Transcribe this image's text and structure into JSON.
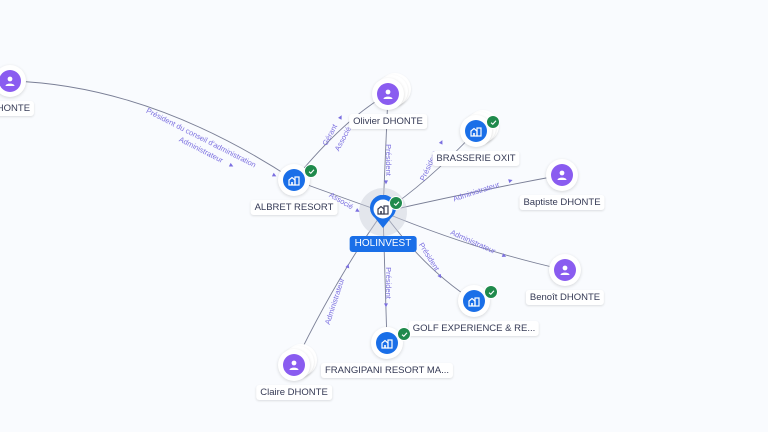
{
  "colors": {
    "person": "#8a5cf0",
    "company": "#1a6fe8",
    "verified": "#1f8a4c",
    "edge": "#7a7f96",
    "edge_label": "#7b6fe0",
    "background": "#f9fbfe"
  },
  "hub": {
    "label": "HOLINVEST",
    "icon": "building-icon",
    "verified": true
  },
  "nodes": [
    {
      "id": "hdhonte",
      "label": "DHONTE",
      "type": "person",
      "icon": "person-icon",
      "stacked": false
    },
    {
      "id": "olivier",
      "label": "Olivier DHONTE",
      "type": "person",
      "icon": "person-icon",
      "stacked": true
    },
    {
      "id": "albret",
      "label": "ALBRET RESORT",
      "type": "company",
      "icon": "building-icon",
      "verified": true
    },
    {
      "id": "brasserie",
      "label": "BRASSERIE OXIT",
      "type": "company",
      "icon": "building-icon",
      "verified": true,
      "stacked": true
    },
    {
      "id": "baptiste",
      "label": "Baptiste DHONTE",
      "type": "person",
      "icon": "person-icon",
      "stacked": false
    },
    {
      "id": "benoit",
      "label": "Benoît DHONTE",
      "type": "person",
      "icon": "person-icon",
      "stacked": false
    },
    {
      "id": "golf",
      "label": "GOLF EXPERIENCE & RE...",
      "type": "company",
      "icon": "building-icon",
      "verified": true
    },
    {
      "id": "frangipani",
      "label": "FRANGIPANI RESORT MA...",
      "type": "company",
      "icon": "building-icon",
      "verified": true
    },
    {
      "id": "claire",
      "label": "Claire DHONTE",
      "type": "person",
      "icon": "person-icon",
      "stacked": true
    }
  ],
  "edges": [
    {
      "from": "hdhonte",
      "to": "albret",
      "labels": [
        "Président du conseil d'administration",
        "Administrateur"
      ]
    },
    {
      "from": "olivier",
      "to": "albret",
      "labels": [
        "Gérant",
        "Associé"
      ]
    },
    {
      "from": "olivier",
      "to": "hub",
      "labels": [
        "Président"
      ]
    },
    {
      "from": "hub",
      "to": "albret",
      "labels": [
        "Associé"
      ]
    },
    {
      "from": "hub",
      "to": "brasserie",
      "labels": [
        "Président"
      ]
    },
    {
      "from": "baptiste",
      "to": "hub",
      "labels": [
        "Administrateur"
      ]
    },
    {
      "from": "benoit",
      "to": "hub",
      "labels": [
        "Administrateur"
      ]
    },
    {
      "from": "hub",
      "to": "golf",
      "labels": [
        "Président"
      ]
    },
    {
      "from": "hub",
      "to": "frangipani",
      "labels": [
        "Président"
      ]
    },
    {
      "from": "claire",
      "to": "hub",
      "labels": [
        "Administrateur"
      ]
    }
  ]
}
